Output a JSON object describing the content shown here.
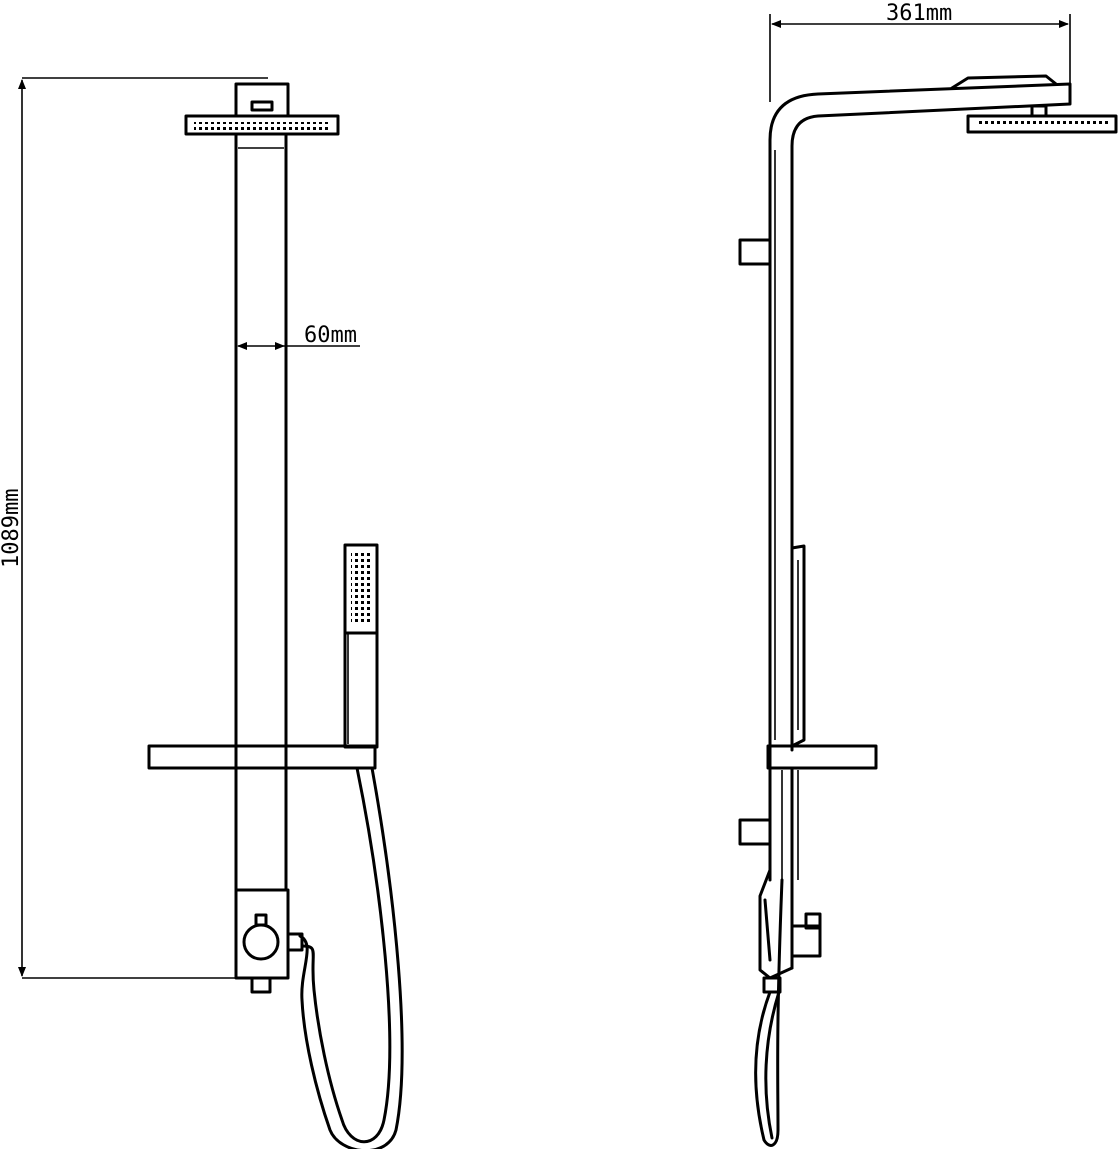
{
  "drawing": {
    "front_view": {
      "height_label": "1089mm",
      "width_label": "60mm"
    },
    "side_view": {
      "projection_label": "361mm"
    },
    "line_color": "#000000",
    "background_color": "#ffffff"
  }
}
